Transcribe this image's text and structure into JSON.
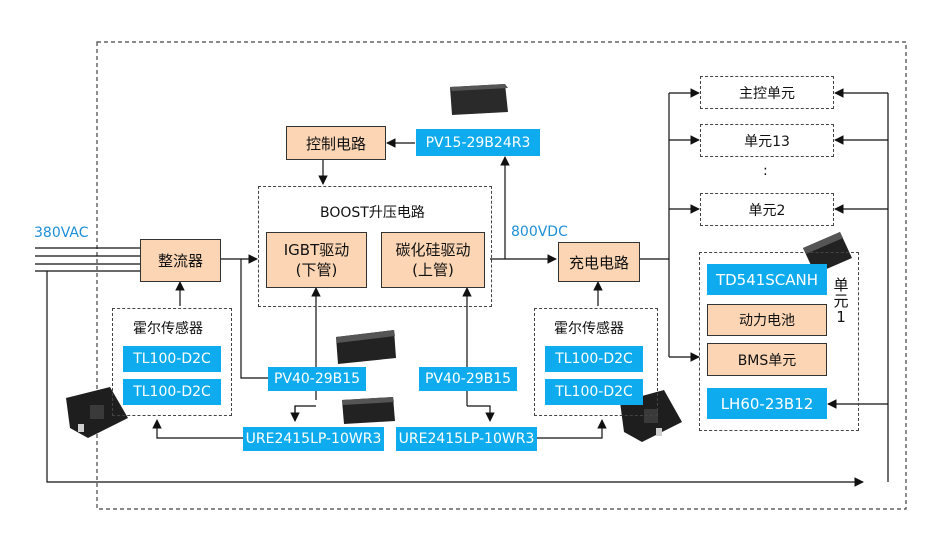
{
  "input_label": "380VAC",
  "dc_label": "800VDC",
  "boost_title": "BOOST升压电路",
  "rectifier": "整流器",
  "control_circuit": "控制电路",
  "igbt_driver": [
    "IGBT驱动",
    "(下管)"
  ],
  "sic_driver": [
    "碳化硅驱动",
    "(上管)"
  ],
  "charging_circuit": "充电电路",
  "hall_sensor_left": "霍尔传感器",
  "hall_sensor_right": "霍尔传感器",
  "hall_left_modules": [
    "TL100-D2C",
    "TL100-D2C"
  ],
  "hall_right_modules": [
    "TL100-D2C",
    "TL100-D2C"
  ],
  "pv_control": "PV15-29B24R3",
  "pv_left": "PV40-29B15",
  "pv_right": "PV40-29B15",
  "ure_left": "URE2415LP-10WR3",
  "ure_right": "URE2415LP-10WR3",
  "main_control": "主控单元",
  "unit13": "单元13",
  "unit_dots": ":",
  "unit2": "单元2",
  "unit1_chars": [
    "单",
    "元",
    "1"
  ],
  "td_module": "TD541SCANH",
  "battery": "动力电池",
  "bms": "BMS单元",
  "lh_module": "LH60-23B12",
  "colors": {
    "blue": "#0eacee",
    "orange": "#fcd5b4",
    "label_blue": "#1e8fd6"
  }
}
